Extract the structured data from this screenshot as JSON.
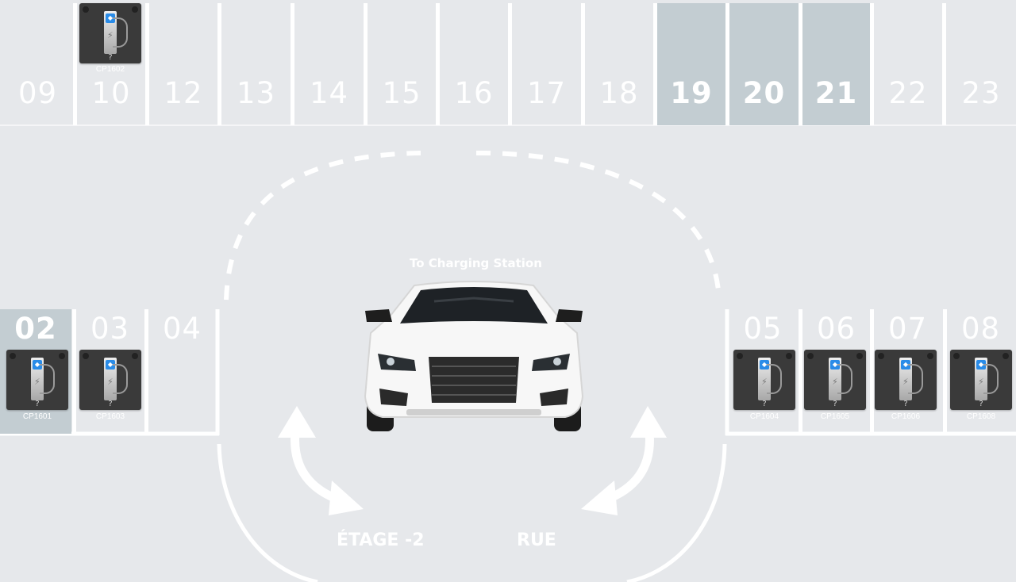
{
  "destination_label": "To Charging Station",
  "floor_labels": {
    "left": "ÉTAGE -2",
    "right": "RUE"
  },
  "spots_top": [
    {
      "num": "09",
      "occupied": false
    },
    {
      "num": "10",
      "occupied": false
    },
    {
      "num": "12",
      "occupied": false
    },
    {
      "num": "13",
      "occupied": false
    },
    {
      "num": "14",
      "occupied": false
    },
    {
      "num": "15",
      "occupied": false
    },
    {
      "num": "16",
      "occupied": false
    },
    {
      "num": "17",
      "occupied": false
    },
    {
      "num": "18",
      "occupied": false
    },
    {
      "num": "19",
      "occupied": true
    },
    {
      "num": "20",
      "occupied": true
    },
    {
      "num": "21",
      "occupied": true
    },
    {
      "num": "22",
      "occupied": false
    },
    {
      "num": "23",
      "occupied": false
    }
  ],
  "spots_bottom_left": [
    {
      "num": "02",
      "occupied": true
    },
    {
      "num": "03",
      "occupied": false
    },
    {
      "num": "04",
      "occupied": false
    }
  ],
  "spots_bottom_right": [
    {
      "num": "05",
      "occupied": false
    },
    {
      "num": "06",
      "occupied": false
    },
    {
      "num": "07",
      "occupied": false
    },
    {
      "num": "08",
      "occupied": false
    }
  ],
  "chargers": [
    {
      "id": "CP1602",
      "spot": "10",
      "status": "?"
    },
    {
      "id": "CP1601",
      "spot": "02",
      "status": "?"
    },
    {
      "id": "CP1603",
      "spot": "03",
      "status": "?"
    },
    {
      "id": "CP1604",
      "spot": "05",
      "status": "?"
    },
    {
      "id": "CP1605",
      "spot": "06",
      "status": "?"
    },
    {
      "id": "CP1606",
      "spot": "07",
      "status": "?"
    },
    {
      "id": "CP1608",
      "spot": "08",
      "status": "?"
    }
  ],
  "colors": {
    "background": "#e6e8eb",
    "occupied": "#c3cdd2",
    "lines": "#ffffff",
    "charger": "#3a3a3a",
    "screen": "#2a8ce8"
  }
}
